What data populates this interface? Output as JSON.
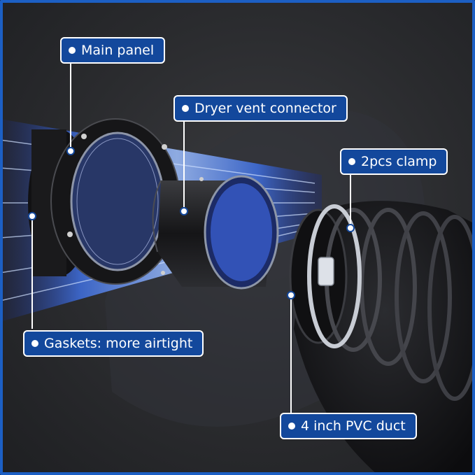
{
  "labels": {
    "main_panel": "Main panel",
    "dryer_vent_connector": "Dryer vent connector",
    "clamp": "2pcs clamp",
    "gaskets": "Gaskets: more airtight",
    "duct": "4 inch PVC duct"
  },
  "colors": {
    "label_bg": "#13489c",
    "frame": "#1c5fc4",
    "airflow": "#3f6fe0",
    "background": "#2a2b2e"
  },
  "icons": [
    "bullet-dot-icon",
    "leader-pin-icon"
  ]
}
